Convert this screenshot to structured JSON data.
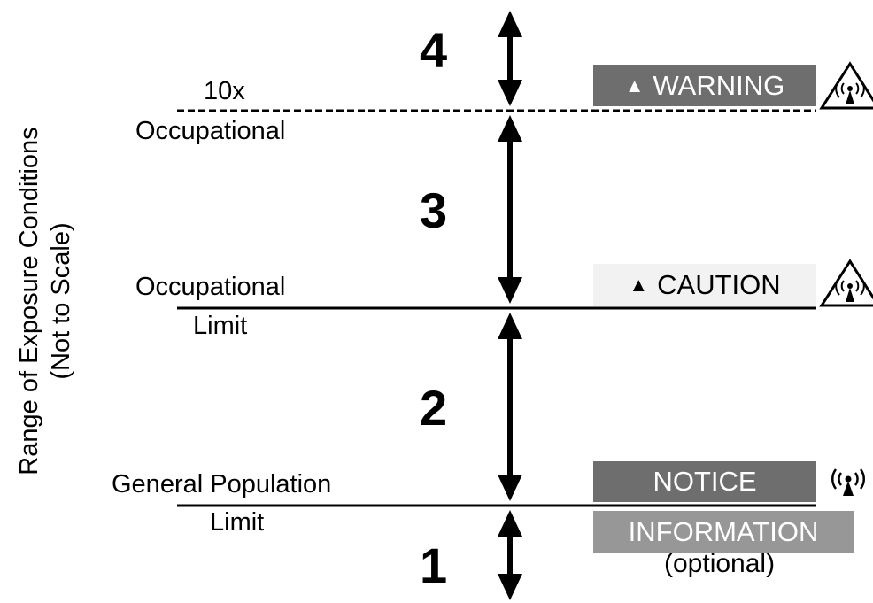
{
  "axis": {
    "title": "Range of Exposure Conditions",
    "subtitle": "(Not to Scale)"
  },
  "thresholds": {
    "ten_x_line1": "10x",
    "ten_x_line2": "Occupational",
    "occ_line1": "Occupational",
    "occ_line2": "Limit",
    "gen_line1": "General Population",
    "gen_line2": "Limit"
  },
  "zones": [
    "1",
    "2",
    "3",
    "4"
  ],
  "signs": {
    "warning": "WARNING",
    "caution": "CAUTION",
    "notice": "NOTICE",
    "information": "INFORMATION",
    "optional": "(optional)"
  },
  "colors": {
    "warning_bg": "#6e6e6e",
    "caution_bg": "#f2f2f2",
    "notice_bg": "#6e6e6e",
    "information_bg": "#979797"
  },
  "icons": {
    "warning": "rf-hazard-triangle-icon",
    "caution": "rf-hazard-triangle-icon",
    "notice": "rf-radio-wave-icon"
  }
}
